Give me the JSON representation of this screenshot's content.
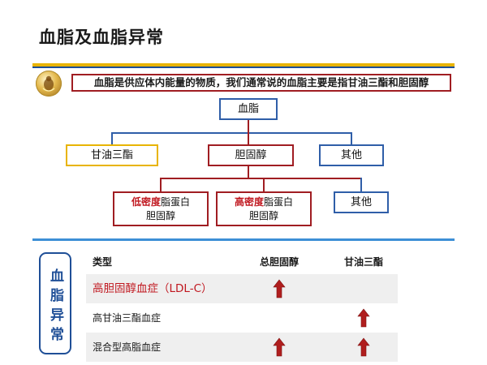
{
  "title": "血脂及血脂异常",
  "intro": "血脂是供应体内能量的物质，我们通常说的血脂主要是指甘油三酯和胆固醇",
  "diagram": {
    "root": "血脂",
    "level1": {
      "triglyceride": "甘油三酯",
      "cholesterol": "胆固醇",
      "other": "其他"
    },
    "level2": {
      "ldl_prefix": "低密度",
      "ldl_suffix": "脂蛋白",
      "ldl_line2": "胆固醇",
      "hdl_prefix": "高密度",
      "hdl_suffix": "脂蛋白",
      "hdl_line2": "胆固醇",
      "other": "其他"
    }
  },
  "side_label": "血脂异常",
  "table": {
    "headers": {
      "type": "类型",
      "total_cholesterol": "总胆固醇",
      "triglyceride": "甘油三酯"
    },
    "rows": [
      {
        "name": "高胆固醇血症（LDL-C）",
        "total_cholesterol_up": true,
        "triglyceride_up": false
      },
      {
        "name": "高甘油三酯血症",
        "total_cholesterol_up": false,
        "triglyceride_up": true
      },
      {
        "name": "混合型高脂血症",
        "total_cholesterol_up": true,
        "triglyceride_up": true
      }
    ]
  },
  "colors": {
    "gold_accent": "#e8b400",
    "dark_blue": "#1f4f97",
    "node_blue": "#2f5ea8",
    "dark_red": "#a01d22",
    "highlight_red": "#c0171f",
    "divider_blue": "#3d8fd6",
    "arrow_red": "#b01e1e"
  },
  "icons": {
    "emblem": "gold-medallion-icon",
    "increase": "up-arrow-icon"
  }
}
